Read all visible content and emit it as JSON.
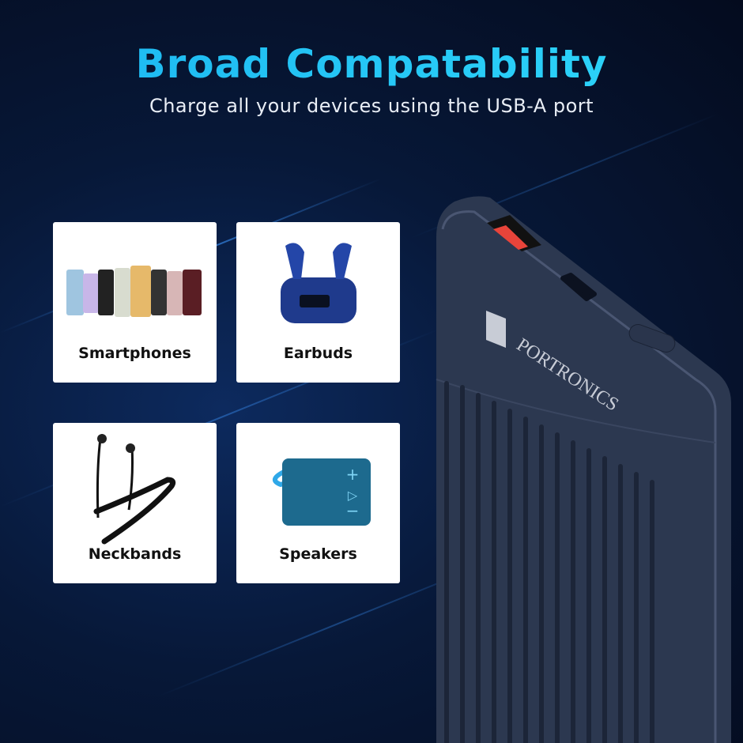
{
  "header": {
    "title": "Broad Compatability",
    "subtitle": "Charge all your devices using the USB-A port"
  },
  "devices": [
    {
      "label": "Smartphones",
      "icon": "smartphones-icon"
    },
    {
      "label": "Earbuds",
      "icon": "earbuds-icon"
    },
    {
      "label": "Neckbands",
      "icon": "neckband-icon"
    },
    {
      "label": "Speakers",
      "icon": "speaker-icon"
    }
  ],
  "product": {
    "brand": "PORTRONICS",
    "body_color": "#2c3850",
    "usb_a_color": "#e8443a"
  },
  "colors": {
    "title": "#1ec4f4",
    "background": "#071838"
  }
}
